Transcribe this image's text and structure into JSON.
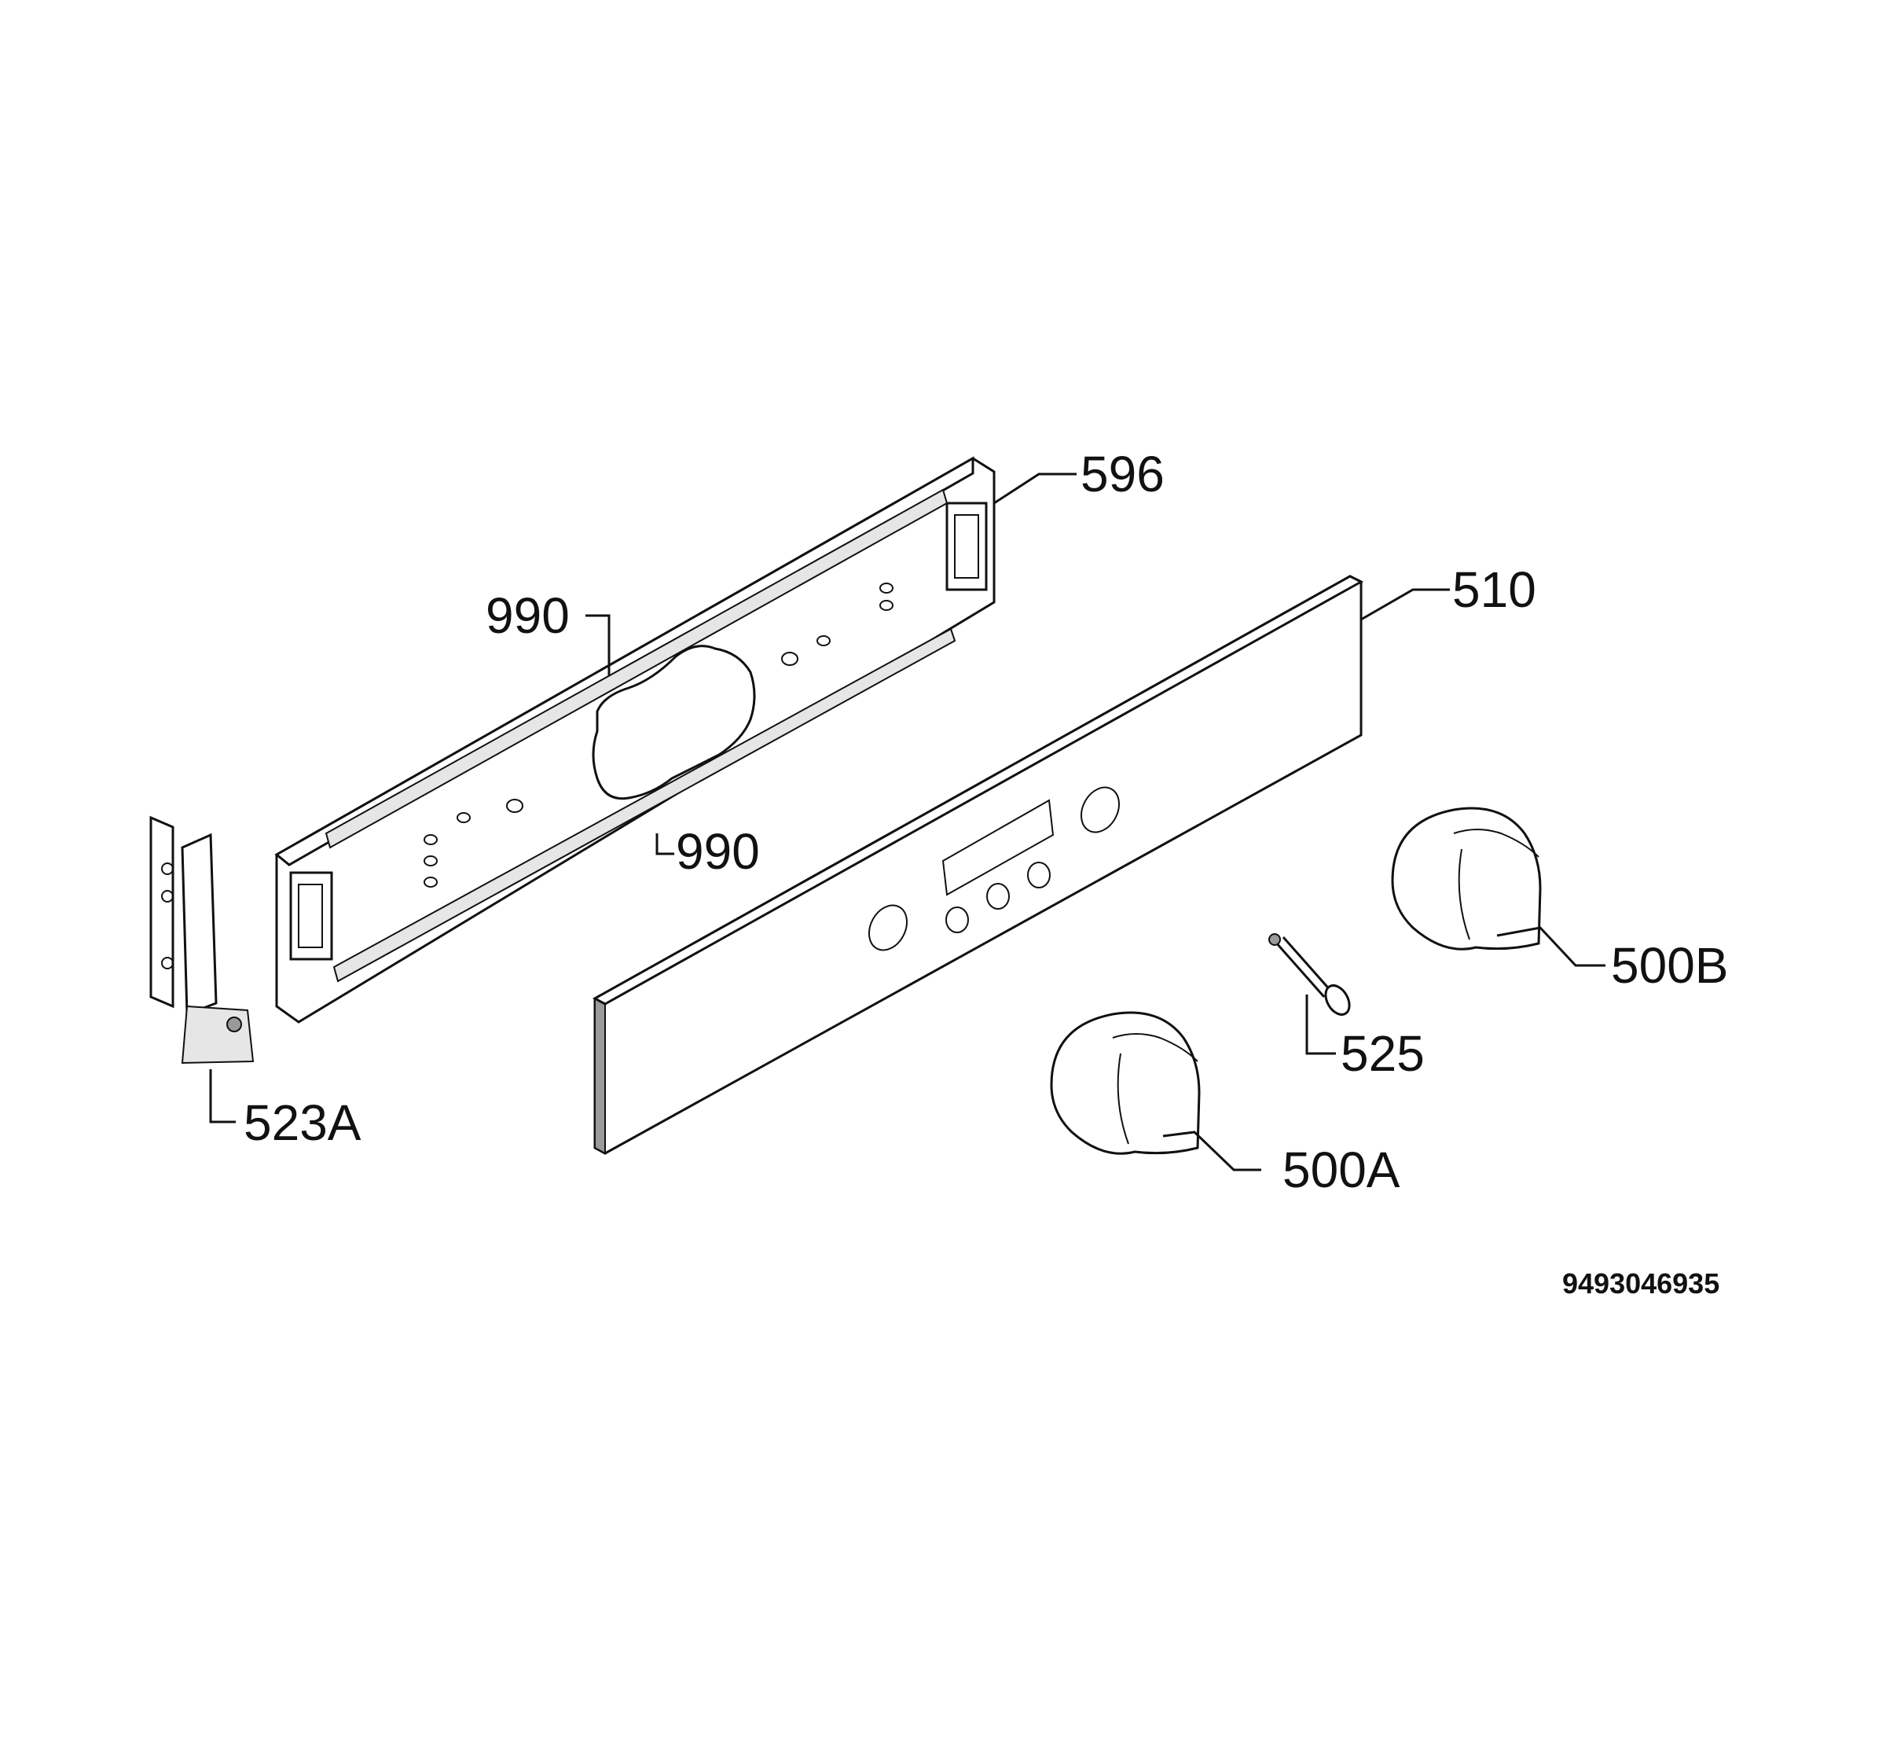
{
  "labels": {
    "frame": "596",
    "gasket_upper": "990",
    "gasket_lower": "990",
    "panel": "510",
    "hinge": "523A",
    "knob_right": "500B",
    "shaft": "525",
    "knob_left": "500A"
  },
  "drawing_number": "9493046935"
}
